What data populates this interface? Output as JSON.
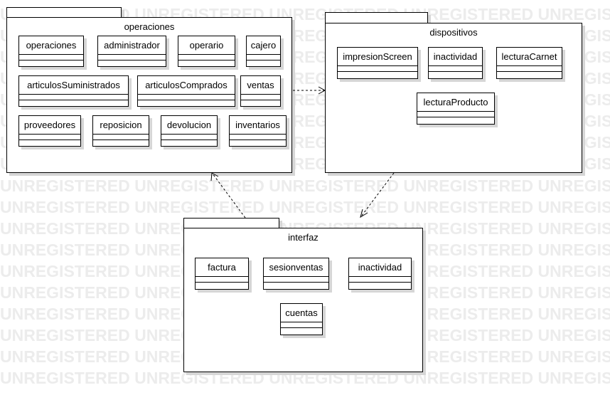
{
  "watermark_text": "UNREGISTERED UNREGISTERED UNREGISTERED UNREGISTERED UNREGISTERED",
  "packages": {
    "operaciones": {
      "title": "operaciones",
      "classes": [
        "operaciones",
        "administrador",
        "operario",
        "cajero",
        "articulosSuministrados",
        "articulosComprados",
        "ventas",
        "proveedores",
        "reposicion",
        "devolucion",
        "inventarios"
      ]
    },
    "dispositivos": {
      "title": "dispositivos",
      "classes": [
        "impresionScreen",
        "inactividad",
        "lecturaCarnet",
        "lecturaProducto"
      ]
    },
    "interfaz": {
      "title": "interfaz",
      "classes": [
        "factura",
        "sesionventas",
        "inactividad",
        "cuentas"
      ]
    }
  },
  "dependencies": [
    {
      "from": "operaciones",
      "to": "dispositivos",
      "style": "dashed-open-arrow"
    },
    {
      "from": "dispositivos",
      "to": "interfaz",
      "style": "dashed-open-arrow"
    },
    {
      "from": "interfaz",
      "to": "operaciones",
      "style": "dashed-open-arrow"
    }
  ]
}
